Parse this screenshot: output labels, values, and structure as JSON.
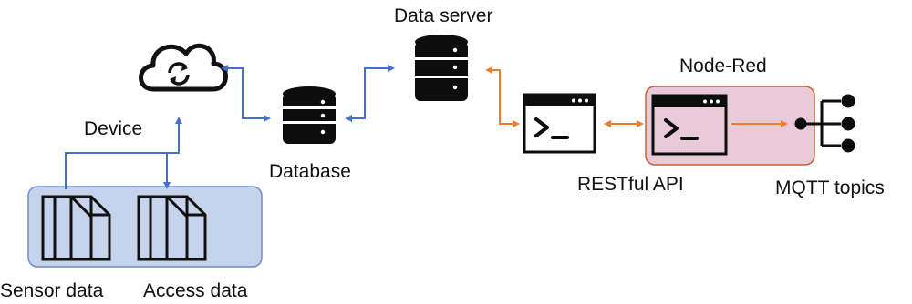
{
  "labels": {
    "device": "Device",
    "sensor_data": "Sensor data",
    "access_data": "Access data",
    "database": "Database",
    "data_server": "Data server",
    "restful_api": "RESTful API",
    "node_red": "Node-Red",
    "mqtt_topics": "MQTT topics"
  },
  "icons": {
    "cloud": "cloud-sync-icon",
    "database": "database-icon",
    "data_server": "database-icon",
    "restful_api": "terminal-window-icon",
    "node_red": "terminal-window-icon",
    "mqtt": "topic-branches-icon",
    "files": "document-icon"
  },
  "colors": {
    "blue_connector": "#4472c4",
    "orange_connector": "#ed7d31",
    "device_box_fill": "#c6d3ec",
    "device_box_stroke": "#6f8dc8",
    "node_red_fill": "#e8cbd6",
    "node_red_stroke": "#c0623a"
  }
}
